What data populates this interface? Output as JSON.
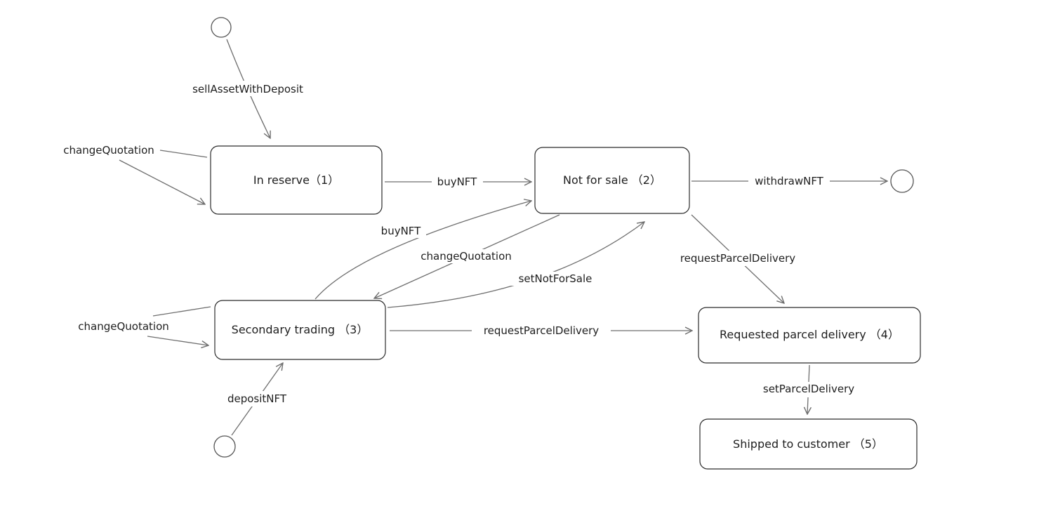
{
  "states": {
    "s1": "In reserve（1）",
    "s2": "Not for sale （2）",
    "s3": "Secondary trading （3）",
    "s4": "Requested parcel delivery （4）",
    "s5": "Shipped to customer （5）"
  },
  "transitions": {
    "sell_asset_with_deposit": "sellAssetWithDeposit",
    "change_quotation_1": "changeQuotation",
    "buy_nft_1_2": "buyNFT",
    "withdraw_nft": "withdrawNFT",
    "buy_nft_3_2": "buyNFT",
    "change_quotation_2_3": "changeQuotation",
    "set_not_for_sale": "setNotForSale",
    "request_parcel_delivery_2_4": "requestParcelDelivery",
    "change_quotation_3": "changeQuotation",
    "request_parcel_delivery_3_4": "requestParcelDelivery",
    "deposit_nft": "depositNFT",
    "set_parcel_delivery": "setParcelDelivery"
  },
  "colors": {
    "edge": "#6e6e6e",
    "box_border": "#2b2b2b",
    "text": "#1e1e1e",
    "background": "#ffffff"
  }
}
